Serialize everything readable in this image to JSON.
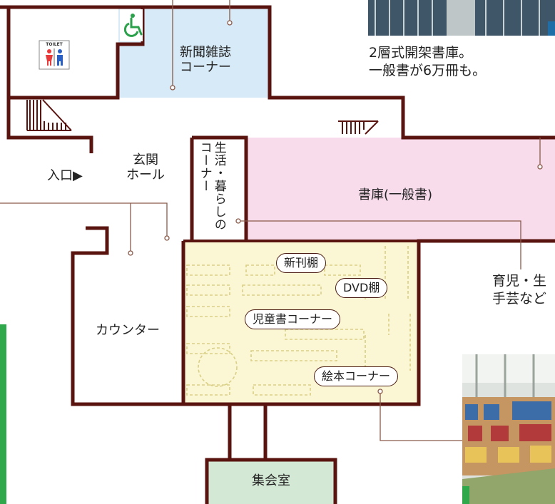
{
  "rooms": {
    "newspaper_corner": "新聞雑誌\nコーナー",
    "entrance_hall": "玄関\nホール",
    "entrance": "入口▶",
    "living_corner_line1": "生活・暮らしの",
    "living_corner_line2": "コーナー",
    "general_stacks": "書庫(一般書)",
    "counter": "カウンター",
    "assembly_room": "集会室"
  },
  "children_area": {
    "new_books": "新刊棚",
    "dvd": "DVD棚",
    "childrens_books": "児童書コーナー",
    "picture_books": "絵本コーナー"
  },
  "captions": {
    "stacks_caption": "2層式開架書庫。\n一般書が6万冊も。",
    "parenting_caption": "育児・生\n手芸など"
  },
  "icons": {
    "toilet_label": "TOILET",
    "wheelchair": "wheelchair-icon"
  },
  "colors": {
    "wall": "#5a1410",
    "newspaper_fill": "#d6eaf7",
    "stacks_fill": "#f8dcec",
    "children_fill": "#fbf7d5",
    "assembly_fill": "#d4e8d6",
    "leader_line": "#8a5a4a",
    "green_strip": "#2ea84a"
  }
}
